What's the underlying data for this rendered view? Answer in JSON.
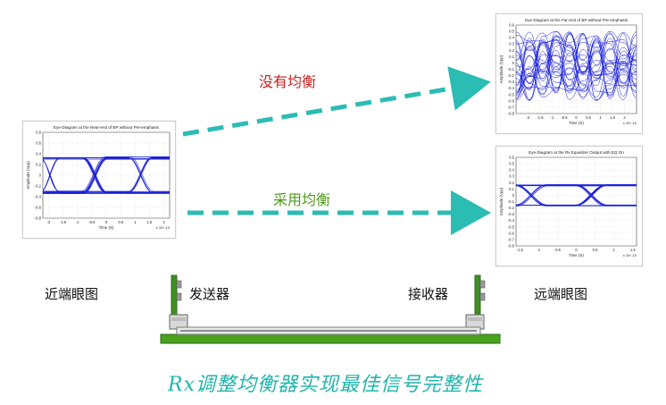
{
  "labels": {
    "no_eq": "没有均衡",
    "with_eq": "采用均衡",
    "near_eye": "近端眼图",
    "far_eye": "远端眼图",
    "tx": "发送器",
    "rx": "接收器",
    "bottom_title": "Rx调整均衡器实现最佳信号完整性"
  },
  "colors": {
    "arrow": "#2bbcb3",
    "red_text": "#cc1f1f",
    "green_text": "#4e9a1c",
    "trace": "#1a1fd8",
    "board": "#4aa21f"
  },
  "chart_data": [
    {
      "type": "line",
      "title": "Eye-Diagram at the Near-end of BP without Pre-emphasis",
      "xlabel": "Time (S)",
      "ylabel": "Amplitude (Vpp)",
      "x_exponent": "x 10^-10",
      "xlim": [
        -2.2,
        2.2
      ],
      "ylim": [
        -0.8,
        0.8
      ],
      "xticks": [
        "-2",
        "-1.5",
        "-1",
        "-0.5",
        "0",
        "0.5",
        "1",
        "1.5",
        "2"
      ],
      "yticks": [
        "0.8",
        "0.6",
        "0.4",
        "0.2",
        "0",
        "-0.2",
        "-0.4",
        "-0.6",
        "-0.8"
      ],
      "levels": [
        -0.32,
        0.32
      ],
      "crossings": [
        -1.6,
        0.0,
        1.6
      ],
      "eye": "open"
    },
    {
      "type": "line",
      "title": "Eye-Diagram at the Far-end of BP without Pre-emphasis",
      "xlabel": "Time (S)",
      "ylabel": "Amplitude (Vpp)",
      "x_exponent": "x 10^-10",
      "xlim": [
        -2.5,
        2.5
      ],
      "ylim": [
        -0.8,
        0.6
      ],
      "xticks": [
        "-2",
        "-1.5",
        "-1",
        "-0.5",
        "0",
        "0.5",
        "1",
        "1.5",
        "2"
      ],
      "yticks": [
        "0.6",
        "0.5",
        "0.4",
        "0.3",
        "0.2",
        "0.1",
        "0",
        "-0.1",
        "-0.2",
        "-0.3",
        "-0.4",
        "-0.5",
        "-0.6",
        "-0.7",
        "-0.8"
      ],
      "eye": "closed"
    },
    {
      "type": "line",
      "title": "Eye-Diagram at the Rx Equalizer Output with EQ On",
      "xlabel": "Time (S)",
      "ylabel": "Amplitude (Vpp)",
      "x_exponent": "x 10^-10",
      "xlim": [
        -1.6,
        1.6
      ],
      "ylim": [
        -0.8,
        0.6
      ],
      "xticks": [
        "-1.5",
        "-1",
        "-0.5",
        "0",
        "0.5",
        "1",
        "1.5"
      ],
      "yticks": [
        "0.6",
        "0.5",
        "0.4",
        "0.3",
        "0.2",
        "0.1",
        "0",
        "-0.1",
        "-0.2",
        "-0.3",
        "-0.4",
        "-0.5",
        "-0.6",
        "-0.7",
        "-0.8"
      ],
      "levels": [
        -0.16,
        0.16
      ],
      "crossings": [
        -0.8,
        0.8
      ],
      "eye": "open"
    }
  ]
}
